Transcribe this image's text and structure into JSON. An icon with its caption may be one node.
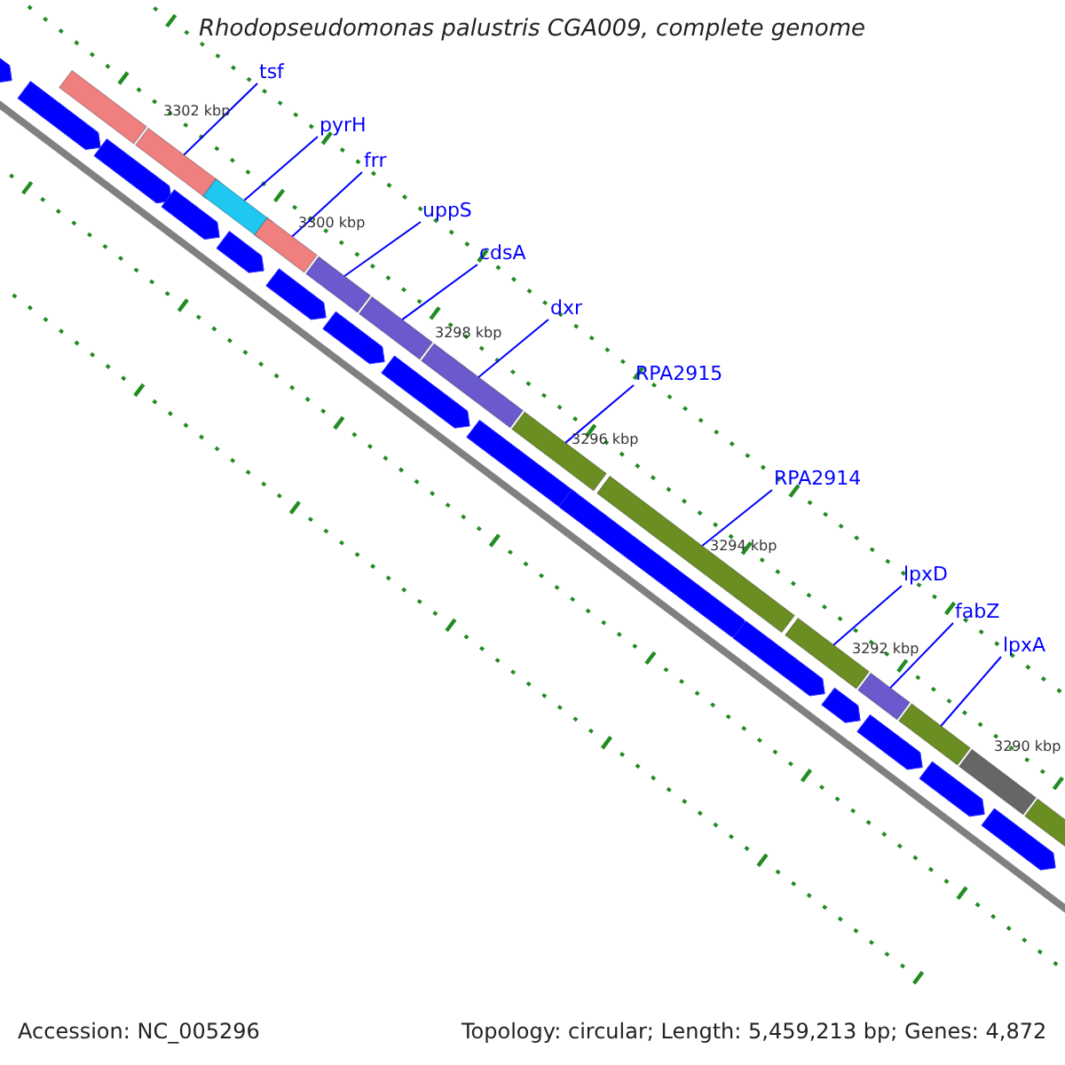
{
  "diagram": {
    "title": "Rhodopseudomonas palustris CGA009, complete genome",
    "nodes": [
      {
        "text": [
          "tsf"
        ]
      },
      {
        "text": [
          "pyrH"
        ]
      },
      {
        "text": [
          "frr"
        ]
      },
      {
        "text": [
          "uppS"
        ]
      },
      {
        "text": [
          "cdsA"
        ]
      },
      {
        "text": [
          "dxr"
        ]
      },
      {
        "text": [
          "RPA2915"
        ]
      },
      {
        "text": [
          "RPA2914"
        ]
      },
      {
        "text": [
          "lpxD"
        ]
      },
      {
        "text": [
          "fabZ"
        ]
      },
      {
        "text": [
          "lpxA"
        ]
      },
      {
        "text": [],
        "shape": "bar"
      },
      {
        "text": [],
        "shape": "bar"
      },
      {
        "text": [],
        "shape": "bar"
      },
      {
        "text": [],
        "shape": "bar"
      },
      {
        "text": [],
        "shape": "bar"
      },
      {
        "text": [],
        "shape": "bar"
      },
      {
        "text": [],
        "shape": "bar"
      },
      {
        "text": [],
        "shape": "bar"
      },
      {
        "text": [],
        "shape": "bar"
      },
      {
        "text": [],
        "shape": "bar"
      },
      {
        "text": [],
        "shape": "bar"
      },
      {
        "text": [],
        "shape": "bar"
      },
      {
        "text": [],
        "shape": "bar"
      },
      {
        "text": [],
        "shape": "bar"
      },
      {
        "text": [],
        "shape": "pentagon"
      },
      {
        "text": [],
        "shape": "pentagon"
      },
      {
        "text": [],
        "shape": "pentagon"
      },
      {
        "text": [],
        "shape": "pentagon"
      },
      {
        "text": [],
        "shape": "pentagon"
      },
      {
        "text": [],
        "shape": "pentagon"
      },
      {
        "text": [],
        "shape": "pentagon"
      },
      {
        "text": [],
        "shape": "pentagon"
      },
      {
        "text": [],
        "shape": "pentagon"
      },
      {
        "text": [],
        "shape": "pentagon"
      },
      {
        "text": [],
        "shape": "pentagon"
      },
      {
        "text": [],
        "shape": "pentagon"
      },
      {
        "text": [],
        "shape": "pentagon"
      },
      {
        "text": [],
        "shape": "pentagon"
      },
      {
        "text": [],
        "shape": "pentagon"
      }
    ],
    "edges": [
      {
        "from": 0,
        "to": 12,
        "arrow": "none"
      },
      {
        "from": 1,
        "to": 13,
        "arrow": "none"
      },
      {
        "from": 2,
        "to": 14,
        "arrow": "none"
      },
      {
        "from": 3,
        "to": 15,
        "arrow": "none"
      },
      {
        "from": 4,
        "to": 16,
        "arrow": "none"
      },
      {
        "from": 5,
        "to": 17,
        "arrow": "none"
      },
      {
        "from": 6,
        "to": 18,
        "arrow": "none"
      },
      {
        "from": 7,
        "to": 19,
        "arrow": "none"
      },
      {
        "from": 8,
        "to": 20,
        "arrow": "none"
      },
      {
        "from": 9,
        "to": 21,
        "arrow": "none"
      },
      {
        "from": 10,
        "to": 22,
        "arrow": "none"
      }
    ],
    "labels": [
      "3302 kbp",
      "3300 kbp",
      "3298 kbp",
      "3296 kbp",
      "3294 kbp",
      "3292 kbp",
      "3290 kbp",
      "Accession: NC_005296",
      "Topology: circular; Length: 5,459,213 bp; Genes: 4,872"
    ]
  }
}
